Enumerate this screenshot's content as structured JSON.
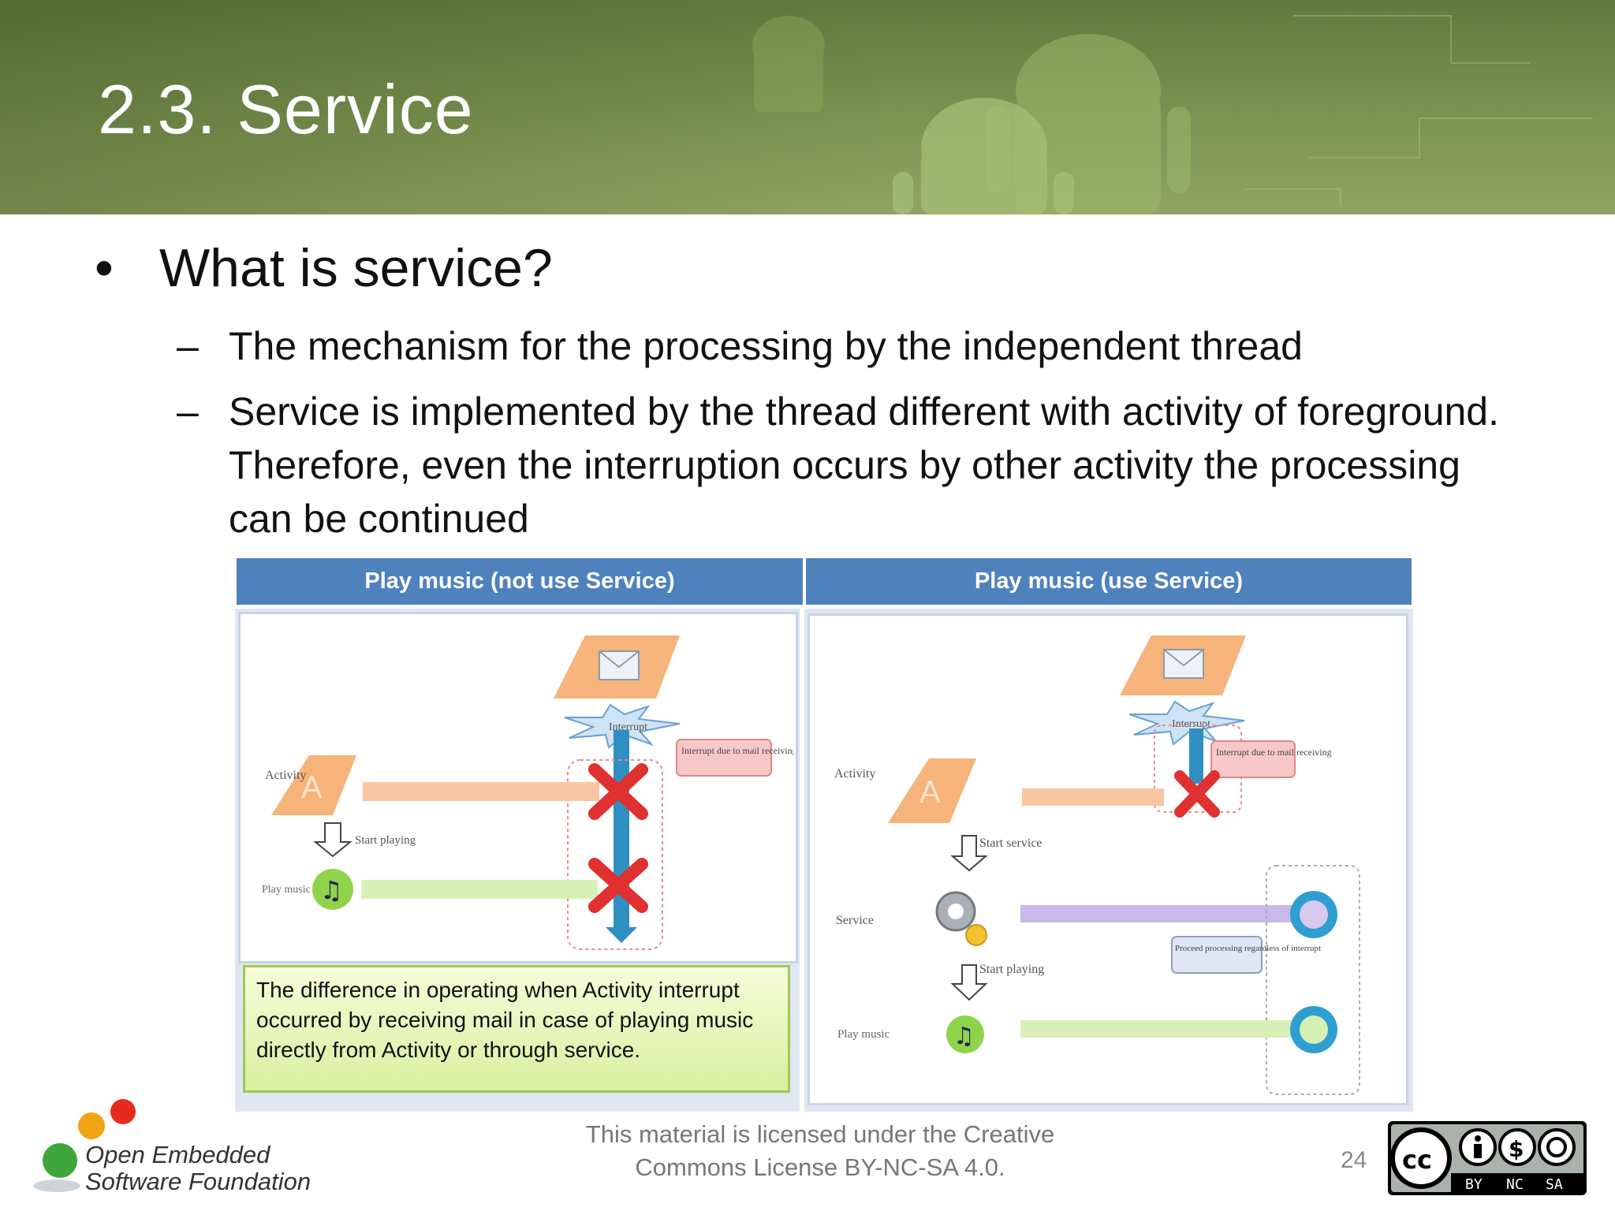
{
  "slide": {
    "title": "2.3. Service",
    "bullet": "What is service?",
    "sub_points": [
      "The mechanism for the processing by the independent thread",
      "Service is implemented by the thread different with activity of foreground. Therefore, even the interruption occurs by other activity the processing can be continued"
    ],
    "bullet_symbol": "•",
    "dash_symbol": "–"
  },
  "panels": {
    "left_title": "Play music (not use Service)",
    "right_title": "Play music (use Service)",
    "note": "The difference in operating when Activity interrupt occurred by receiving mail in case of playing music directly from Activity or through service."
  },
  "diagram_left": {
    "interrupt_label": "Interrupt",
    "callout": "Interrupt due to mail receiving",
    "activity_label": "Activity",
    "start_label": "Start playing",
    "music_label": "Play music",
    "activity_letter": "A"
  },
  "diagram_right": {
    "interrupt_label": "Interrupt",
    "callout": "Interrupt due to mail receiving",
    "activity_label": "Activity",
    "start_service_label": "Start service",
    "service_label": "Service",
    "start_label": "Start playing",
    "music_label": "Play music",
    "continue_label": "Proceed processing regardless of interrupt",
    "activity_letter": "A"
  },
  "footer": {
    "license_line1": "This material is licensed under the Creative",
    "license_line2": "Commons License BY-NC-SA 4.0.",
    "page_number": "24",
    "org_line1": "Open Embedded",
    "org_line2": "Software Foundation",
    "cc_labels": [
      "BY",
      "NC",
      "SA"
    ],
    "cc_mark": "cc"
  },
  "colors": {
    "header": "#7b9452",
    "panel_header": "#4f81bd",
    "note_fill": "#e8f7b8",
    "note_border": "#9fca55",
    "activity_shape": "#f6b37a",
    "cross": "#e03030",
    "arrow_blue": "#2e8fc0",
    "service_bar": "#c9b8ea",
    "music_bar": "#d8f0b8"
  }
}
